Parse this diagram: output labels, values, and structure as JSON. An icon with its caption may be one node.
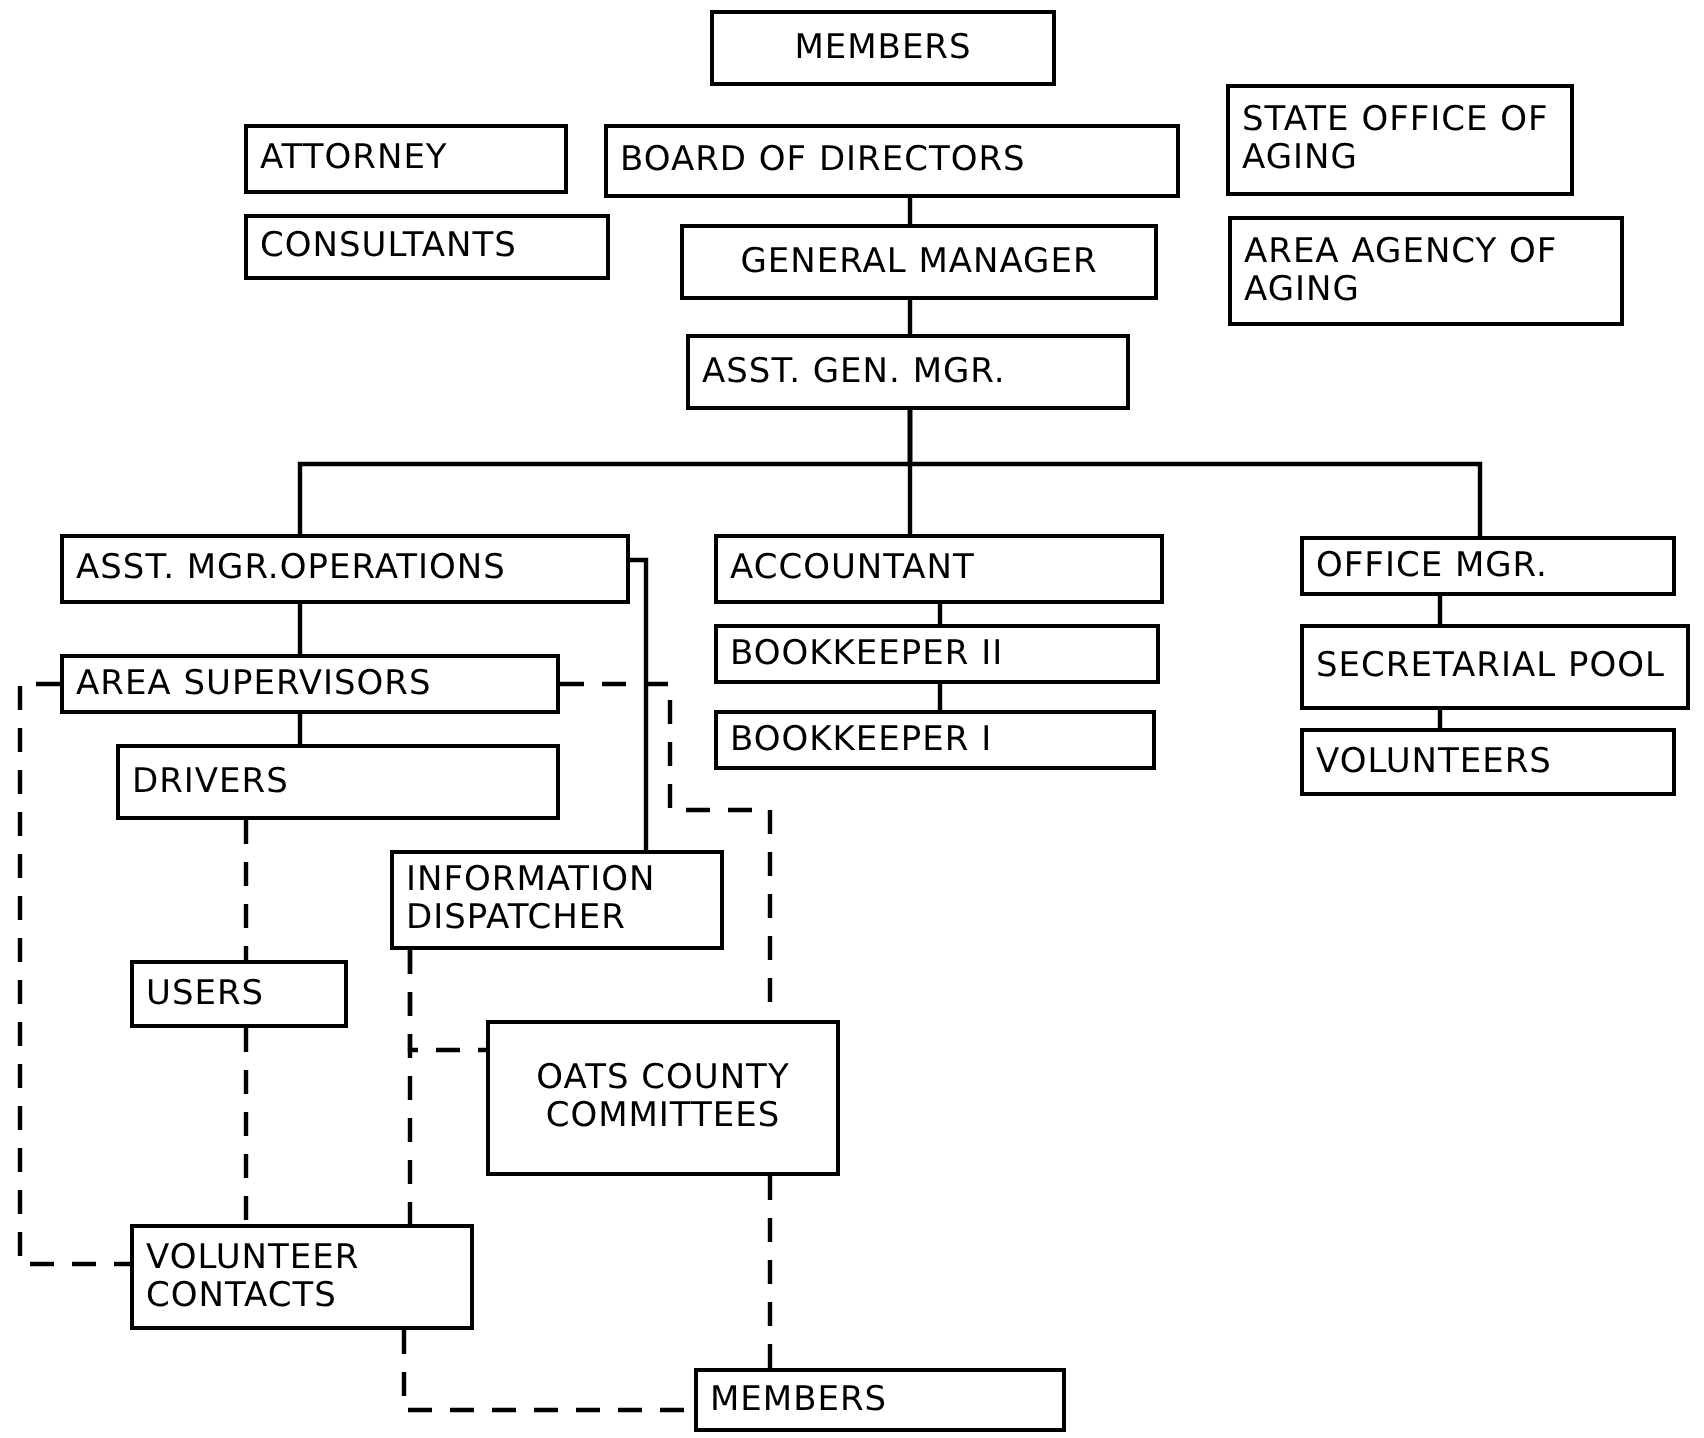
{
  "diagram": {
    "nodes": [
      {
        "text": [
          "MEMBERS"
        ]
      },
      {
        "text": [
          "ATTORNEY"
        ]
      },
      {
        "text": [
          "BOARD OF DIRECTORS"
        ]
      },
      {
        "text": [
          "STATE OFFICE OF AGING"
        ]
      },
      {
        "text": [
          "CONSULTANTS"
        ]
      },
      {
        "text": [
          "GENERAL MANAGER"
        ]
      },
      {
        "text": [
          "AREA AGENCY OF AGING"
        ]
      },
      {
        "text": [
          "ASST. GEN. MGR."
        ]
      },
      {
        "text": [
          "ASST. MGR.OPERATIONS"
        ]
      },
      {
        "text": [
          "ACCOUNTANT"
        ]
      },
      {
        "text": [
          "BOOKKEEPER II"
        ]
      },
      {
        "text": [
          "BOOKKEEPER I"
        ]
      },
      {
        "text": [
          "OFFICE MGR."
        ]
      },
      {
        "text": [
          "SECRETARIAL POOL"
        ]
      },
      {
        "text": [
          "VOLUNTEERS"
        ]
      },
      {
        "text": [
          "AREA SUPERVISORS"
        ]
      },
      {
        "text": [
          "DRIVERS"
        ]
      },
      {
        "text": [
          "INFORMATION DISPATCHER"
        ]
      },
      {
        "text": [
          "USERS"
        ]
      },
      {
        "text": [
          "OATS COUNTY COMMITTEES"
        ]
      },
      {
        "text": [
          "VOLUNTEER CONTACTS"
        ]
      },
      {
        "text": [
          "MEMBERS"
        ]
      }
    ],
    "edges": [
      {
        "from": 2,
        "to": 5,
        "arrow": "none"
      },
      {
        "from": 5,
        "to": 7,
        "arrow": "none"
      },
      {
        "from": 7,
        "to": 8,
        "arrow": "none"
      },
      {
        "from": 7,
        "to": 9,
        "arrow": "none"
      },
      {
        "from": 7,
        "to": 12,
        "arrow": "none"
      },
      {
        "from": 8,
        "to": 15,
        "arrow": "none"
      },
      {
        "from": 8,
        "to": 17,
        "arrow": "none"
      },
      {
        "from": 9,
        "to": 10,
        "arrow": "none"
      },
      {
        "from": 10,
        "to": 11,
        "arrow": "none"
      },
      {
        "from": 12,
        "to": 13,
        "arrow": "none"
      },
      {
        "from": 13,
        "to": 14,
        "arrow": "none"
      },
      {
        "from": 15,
        "to": 16,
        "arrow": "none"
      },
      {
        "from": 15,
        "to": 19,
        "arrow": "none",
        "style": "dashed"
      },
      {
        "from": 15,
        "to": 20,
        "arrow": "none",
        "style": "dashed"
      },
      {
        "from": 16,
        "to": 18,
        "arrow": "none",
        "style": "dashed"
      },
      {
        "from": 18,
        "to": 20,
        "arrow": "none",
        "style": "dashed"
      },
      {
        "from": 17,
        "to": 20,
        "arrow": "none",
        "style": "dashed"
      },
      {
        "from": 17,
        "to": 19,
        "arrow": "none",
        "style": "dashed"
      },
      {
        "from": 19,
        "to": 21,
        "arrow": "none",
        "style": "dashed"
      },
      {
        "from": 20,
        "to": 21,
        "arrow": "none",
        "style": "dashed"
      }
    ]
  }
}
